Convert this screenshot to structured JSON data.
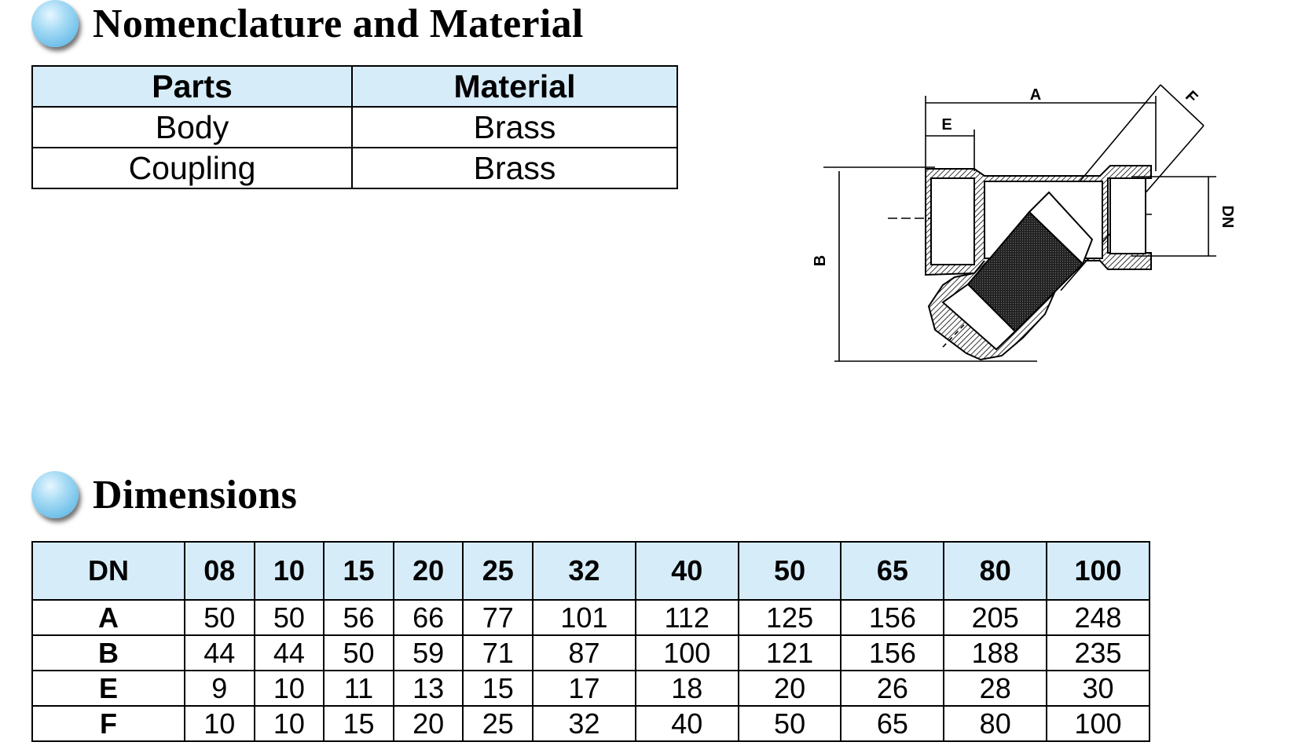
{
  "nomenclature": {
    "title": "Nomenclature and Material",
    "headers": [
      "Parts",
      "Material"
    ],
    "rows": [
      {
        "part": "Body",
        "material": "Brass"
      },
      {
        "part": "Coupling",
        "material": "Brass"
      }
    ]
  },
  "dimensions": {
    "title": "Dimensions",
    "header_label": "DN",
    "sizes": [
      "08",
      "10",
      "15",
      "20",
      "25",
      "32",
      "40",
      "50",
      "65",
      "80",
      "100"
    ],
    "rows": [
      {
        "label": "A",
        "values": [
          "50",
          "50",
          "56",
          "66",
          "77",
          "101",
          "112",
          "125",
          "156",
          "205",
          "248"
        ]
      },
      {
        "label": "B",
        "values": [
          "44",
          "44",
          "50",
          "59",
          "71",
          "87",
          "100",
          "121",
          "156",
          "188",
          "235"
        ]
      },
      {
        "label": "E",
        "values": [
          "9",
          "10",
          "11",
          "13",
          "15",
          "17",
          "18",
          "20",
          "26",
          "28",
          "30"
        ]
      },
      {
        "label": "F",
        "values": [
          "10",
          "10",
          "15",
          "20",
          "25",
          "32",
          "40",
          "50",
          "65",
          "80",
          "100"
        ]
      }
    ]
  },
  "drawing": {
    "labels": {
      "a": "A",
      "b": "B",
      "e": "E",
      "f": "F",
      "dn": "DN"
    }
  },
  "colors": {
    "header_fill": "#d6ecf9",
    "bullet": "#6fc0ea"
  }
}
